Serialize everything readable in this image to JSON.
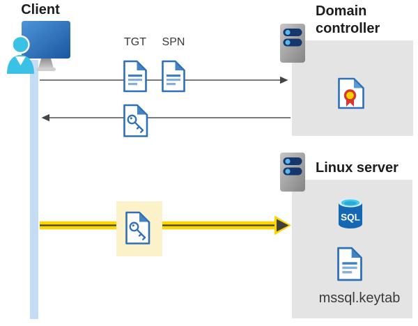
{
  "diagram": {
    "client": {
      "label": "Client"
    },
    "domain_controller": {
      "label": "Domain controller"
    },
    "linux_server": {
      "label": "Linux server"
    },
    "labels": {
      "tgt": "TGT",
      "spn": "SPN",
      "sql": "SQL",
      "keytab": "mssql.keytab"
    },
    "flows": [
      {
        "from": "client",
        "to": "domain-controller",
        "direction": "right",
        "items": [
          "TGT",
          "SPN"
        ],
        "style": "gray-arrow"
      },
      {
        "from": "domain-controller",
        "to": "client",
        "direction": "left",
        "items": [
          "key-document"
        ],
        "style": "gray-arrow"
      },
      {
        "from": "client",
        "to": "linux-server",
        "direction": "right",
        "items": [
          "key-document"
        ],
        "style": "yellow-highlight-arrow"
      }
    ],
    "icons": [
      "client-workstation-icon",
      "server-icon",
      "document-icon",
      "key-document-icon",
      "certificate-icon",
      "sql-database-icon"
    ],
    "colors": {
      "accent_blue": "#2e70b8",
      "icon_cyan": "#3bc1e6",
      "box_gray": "#e4e4e4",
      "bar_blue": "#c5dcf5",
      "arrow_gray": "#4d4d4d",
      "highlight_yellow": "#fdd600",
      "highlight_box": "#fbf2ca",
      "cert_red": "#d8382b",
      "cert_yellow": "#ffd100",
      "server_navy": "#16376e",
      "sql_blue": "#1467b3"
    }
  }
}
